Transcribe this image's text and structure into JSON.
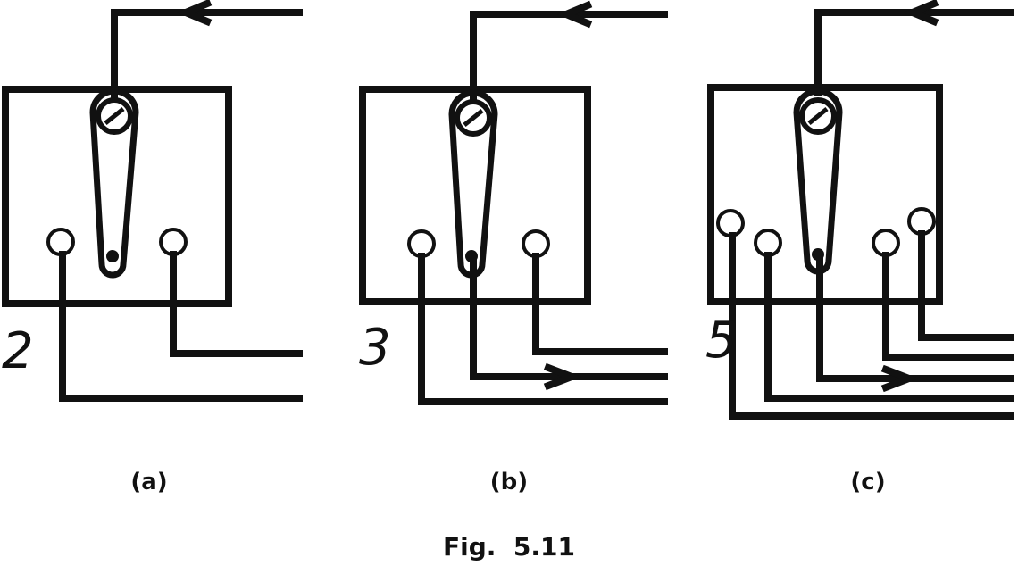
{
  "colors": {
    "ink": "#111111",
    "paper": "#ffffff"
  },
  "panels": [
    {
      "id": "a",
      "caption": "(a)",
      "positions": "2"
    },
    {
      "id": "b",
      "caption": "(b)",
      "positions": "3"
    },
    {
      "id": "c",
      "caption": "(c)",
      "positions": "5"
    }
  ],
  "figure": {
    "caption": "Fig.  5.11"
  }
}
